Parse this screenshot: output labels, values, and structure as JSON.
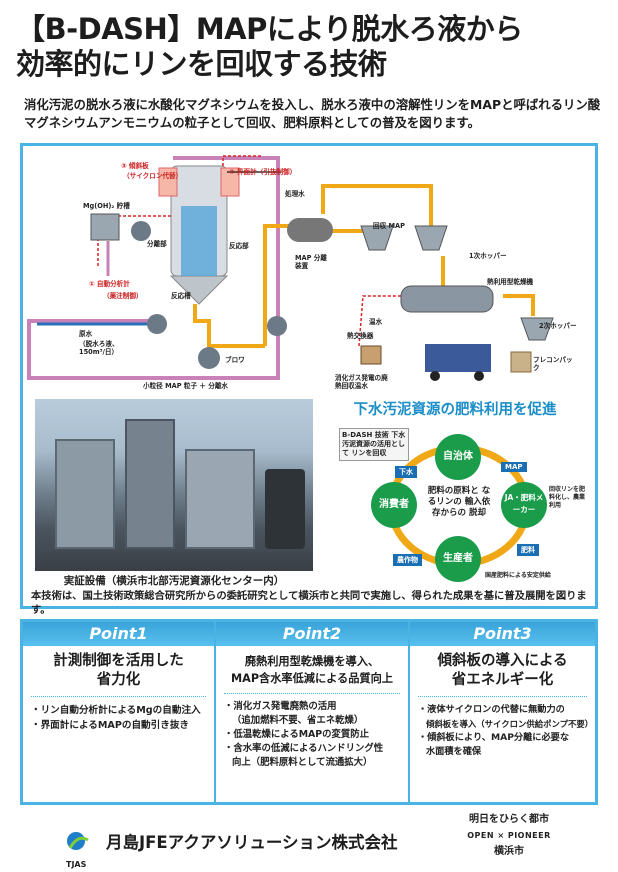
{
  "title_line1": "【B-DASH】MAPにより脱水ろ液から",
  "title_line2": "効率的にリンを回収する技術",
  "lead_text": "消化汚泥の脱水ろ液に水酸化マグネシウムを投入し、脱水ろ液中の溶解性リンをMAPと呼ばれるリン酸マグネシウムアンモニウムの粒子として回収、肥料原料としての普及を図ります。",
  "diagram": {
    "inclined_plate": "③ 傾斜板",
    "cyclone": "（サイクロン代替）",
    "interface_meter": "② 界面計（引抜制御）",
    "mgoh2": "Mg(OH)₂ 貯槽",
    "separation": "分離部",
    "reaction": "反応部",
    "treated_water": "処理水",
    "auto_analyzer": "① 自動分析計",
    "auto_analyzer_sub": "（薬注制御）",
    "reaction_tank": "反応槽",
    "raw_water": "原水",
    "raw_water_sub": "（脱水ろ液、150m³/日）",
    "blower": "ブロワ",
    "return_label": "小粒径 MAP 粒子 ＋ 分離水",
    "recovered_map": "回収 MAP",
    "map_separator": "MAP 分離装置",
    "hopper1": "1次ホッパー",
    "dryer": "熱利用型乾燥機",
    "hot_water": "温水",
    "heat_exchanger": "熱交換器",
    "drain": "温水",
    "exhaust_heat": "消化ガス発電の廃熱回収温水",
    "hopper2": "2次ホッパー",
    "flexible_pack": "フレコンパック"
  },
  "photo_caption": "実証設備（横浜市北部汚泥資源化センター内）",
  "circle_title": "下水汚泥資源の肥料利用を促進",
  "circle": {
    "bdash_note": "B-DASH 技術 下水汚泥資源の活用として リンを回収",
    "municipality": "自治体",
    "ja": "JA・肥料メーカー",
    "producer": "生産者",
    "consumer": "消費者",
    "center": "肥料の原料と なるリンの 輸入依存からの 脱却",
    "map_arrow": "MAP",
    "fertilizer_arrow": "肥料",
    "crops_arrow": "農作物",
    "sewage_arrow": "下水",
    "ja_note": "回収リンを肥料化し、農業利用",
    "producer_note": "国産肥料による安定供給"
  },
  "footnote": "本技術は、国土技術政策総合研究所からの委託研究として横浜市と共同で実施し、得られた成果を基に普及展開を図ります。",
  "points": [
    {
      "label": "Point1",
      "title_l1": "計測制御を活用した",
      "title_l2": "省力化",
      "items": [
        "・リン自動分析計によるMgの自動注入",
        "・界面計によるMAPの自動引き抜き"
      ]
    },
    {
      "label": "Point2",
      "title_l1": "廃熱利用型乾燥機を導入、",
      "title_l2": "MAP含水率低減による品質向上",
      "items": [
        "・消化ガス発電廃熱の活用",
        "（追加燃料不要、省エネ乾燥）",
        "・低温乾燥によるMAPの変質防止",
        "・含水率の低減によるハンドリング性",
        "向上（肥料原料として流通拡大）"
      ]
    },
    {
      "label": "Point3",
      "title_l1": "傾斜板の導入による",
      "title_l2": "省エネルギー化",
      "items": [
        "・液体サイクロンの代替に無動力の",
        "傾斜板を導入（サイクロン供給ポンプ不要）",
        "・傾斜板により、MAP分離に必要な",
        "水面積を確保"
      ]
    }
  ],
  "company_logo": "TJAS",
  "company_name": "月島JFEアクアソリューション株式会社",
  "city_slogan": "明日をひらく都市",
  "city_brand": "OPEN × PIONEER",
  "city_name": "横浜市"
}
